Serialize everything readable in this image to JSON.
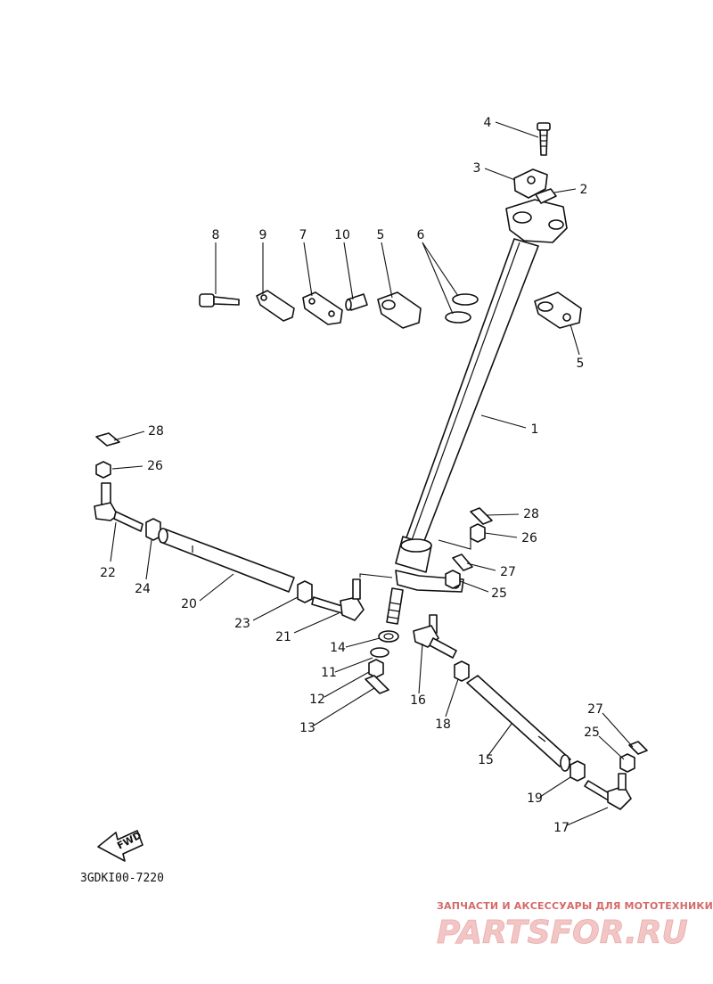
{
  "diagram": {
    "part_code": "3GDKI00-7220",
    "forward_label": "FWD",
    "callouts": [
      {
        "id": "c4",
        "label": "4"
      },
      {
        "id": "c3",
        "label": "3"
      },
      {
        "id": "c2",
        "label": "2"
      },
      {
        "id": "c8",
        "label": "8"
      },
      {
        "id": "c9",
        "label": "9"
      },
      {
        "id": "c7",
        "label": "7"
      },
      {
        "id": "c10",
        "label": "10"
      },
      {
        "id": "c5a",
        "label": "5"
      },
      {
        "id": "c6",
        "label": "6"
      },
      {
        "id": "c5b",
        "label": "5"
      },
      {
        "id": "c1",
        "label": "1"
      },
      {
        "id": "c28a",
        "label": "28"
      },
      {
        "id": "c26a",
        "label": "26"
      },
      {
        "id": "c22",
        "label": "22"
      },
      {
        "id": "c24",
        "label": "24"
      },
      {
        "id": "c20",
        "label": "20"
      },
      {
        "id": "c23",
        "label": "23"
      },
      {
        "id": "c21",
        "label": "21"
      },
      {
        "id": "c28b",
        "label": "28"
      },
      {
        "id": "c26b",
        "label": "26"
      },
      {
        "id": "c27a",
        "label": "27"
      },
      {
        "id": "c25a",
        "label": "25"
      },
      {
        "id": "c14",
        "label": "14"
      },
      {
        "id": "c11",
        "label": "11"
      },
      {
        "id": "c12",
        "label": "12"
      },
      {
        "id": "c13",
        "label": "13"
      },
      {
        "id": "c16",
        "label": "16"
      },
      {
        "id": "c18",
        "label": "18"
      },
      {
        "id": "c15",
        "label": "15"
      },
      {
        "id": "c27b",
        "label": "27"
      },
      {
        "id": "c25b",
        "label": "25"
      },
      {
        "id": "c19",
        "label": "19"
      },
      {
        "id": "c17",
        "label": "17"
      }
    ]
  },
  "watermark": {
    "tagline": "ЗАПЧАСТИ И АКСЕССУАРЫ ДЛЯ МОТОТЕХНИКИ",
    "brand": "PARTSFOR.RU"
  }
}
